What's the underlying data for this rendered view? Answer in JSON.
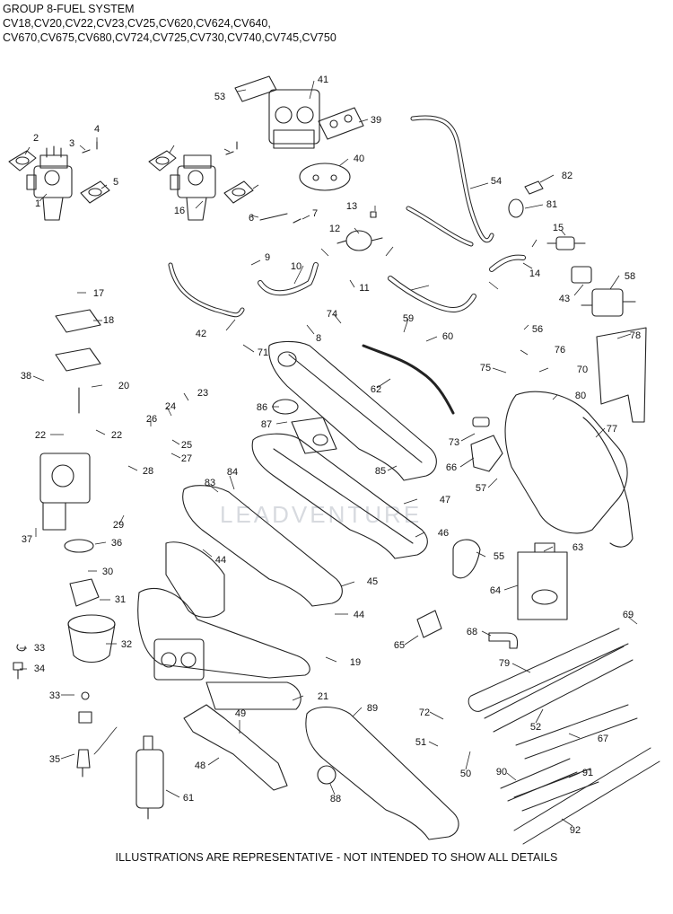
{
  "header": {
    "line1": "GROUP 8-FUEL SYSTEM",
    "line2": "CV18,CV20,CV22,CV23,CV25,CV620,CV624,CV640,",
    "line3": "CV670,CV675,CV680,CV724,CV725,CV730,CV740,CV745,CV750"
  },
  "footer": "ILLUSTRATIONS ARE REPRESENTATIVE - NOT INTENDED TO SHOW ALL DETAILS",
  "watermark": "LEADVENTURE",
  "callouts": [
    "1",
    "2",
    "3",
    "4",
    "5",
    "6",
    "7",
    "8",
    "9",
    "10",
    "11",
    "12",
    "13",
    "14",
    "15",
    "16",
    "17",
    "18",
    "19",
    "20",
    "21",
    "22",
    "23",
    "24",
    "25",
    "26",
    "27",
    "28",
    "29",
    "30",
    "31",
    "32",
    "33",
    "34",
    "35",
    "36",
    "37",
    "38",
    "39",
    "40",
    "41",
    "42",
    "43",
    "44",
    "45",
    "46",
    "47",
    "48",
    "49",
    "50",
    "51",
    "52",
    "53",
    "54",
    "55",
    "56",
    "57",
    "58",
    "59",
    "60",
    "61",
    "62",
    "63",
    "64",
    "65",
    "66",
    "67",
    "68",
    "69",
    "70",
    "71",
    "72",
    "73",
    "74",
    "75",
    "76",
    "77",
    "78",
    "79",
    "80",
    "81",
    "82",
    "83",
    "84",
    "85",
    "86",
    "87",
    "88",
    "89",
    "90",
    "91",
    "92"
  ]
}
